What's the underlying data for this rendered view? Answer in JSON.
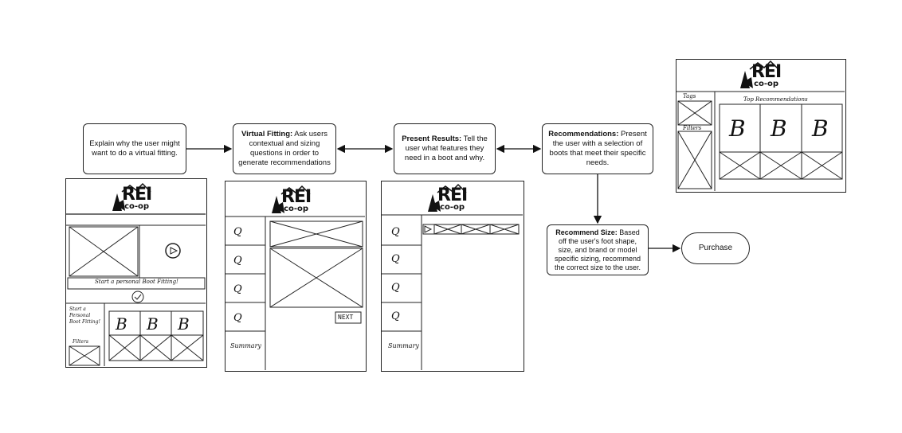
{
  "flow": {
    "explain": "Explain why the user might want to do a virtual fitting.",
    "virtual_fitting": {
      "title": "Virtual Fitting:",
      "text": " Ask users contextual and sizing questions in order to generate recommendations"
    },
    "present_results": {
      "title": "Present Results:",
      "text": " Tell the user what features they need in a boot and why."
    },
    "recommendations": {
      "title": "Recommendations:",
      "text": " Present the user with a selection of boots that meet their specific needs."
    },
    "recommend_size": {
      "title": "Recommend Size:",
      "text": " Based off the user's foot shape, size, and brand or model specific sizing, recommend the correct size to the user."
    },
    "purchase": "Purchase"
  },
  "sketches": {
    "logo_main": "REI",
    "logo_sub": "co-op",
    "wire1": {
      "banner": "Start a personal Boot Fitting!",
      "side_note": "Start a Personal Boot Fitting!",
      "filters": "Filters"
    },
    "wire2": {
      "questions": [
        "Q",
        "Q",
        "Q",
        "Q"
      ],
      "summary": "Summary",
      "next": "NEXT"
    },
    "wire3": {
      "questions": [
        "Q",
        "Q",
        "Q",
        "Q"
      ],
      "summary": "Summary"
    },
    "wire4": {
      "tags": "Tags",
      "filters": "Filters",
      "top_recs": "Top Recommendations"
    },
    "boot_glyph": "B"
  }
}
